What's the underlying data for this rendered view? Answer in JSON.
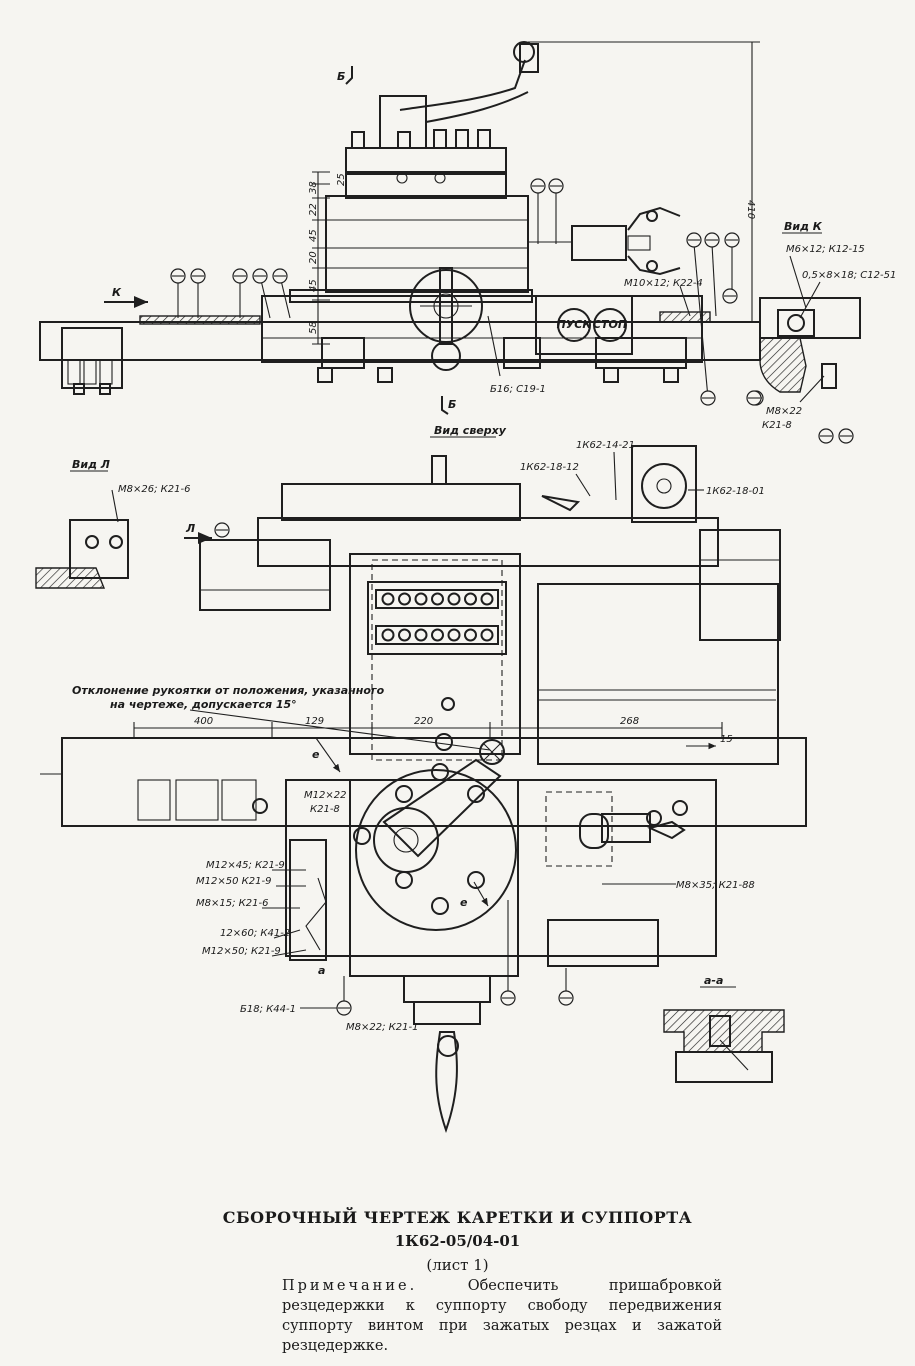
{
  "views": {
    "view_b_top": "Б",
    "view_b_bottom": "Б",
    "top_view": "Вид сверху",
    "view_l": "Вид Л",
    "view_k": "Вид К",
    "section_aa": "а-а"
  },
  "arrows": {
    "k": "К",
    "l": "Л",
    "e1": "е",
    "e2": "е",
    "a": "а"
  },
  "buttons": {
    "start": "ПУСК",
    "stop": "СТОП"
  },
  "dimensions": {
    "d25": "25",
    "d38": "38",
    "d22": "22",
    "d45a": "45",
    "d20": "20",
    "d45b": "45",
    "d58": "58",
    "d410": "410",
    "d400": "400",
    "d129": "129",
    "d220": "220",
    "d268": "268",
    "d15": "15"
  },
  "callouts": {
    "m10x12": "М10×12; К22-4",
    "b16": "Б16; С19-1",
    "m6x12": "М6×12; К12-15",
    "ball": "0,5×8×18; С12-51",
    "m8x22a": "М8×22",
    "k21_8a": "К21-8",
    "m8x26": "М8×26; К21-6",
    "k62_14_21": "1К62-14-21",
    "k62_18_12": "1К62-18-12",
    "k62_18_01": "1К62-18-01",
    "deviation_1": "Отклонение рукоятки от положения, указанного",
    "deviation_2": "на чертеже, допускается 15°",
    "m12x22": "М12×22",
    "k21_8b": "К21-8",
    "m12x45": "М12×45; К21-9",
    "m12x50a": "М12×50 К21-9",
    "m8x15": "М8×15; К21-6",
    "pin": "12×60; К41-2",
    "m12x50b": "М12×50; К21-9",
    "m8x35": "М8×35; К21-88",
    "b18": "Б18; К44-1",
    "m8x22b": "М8×22; К21-1"
  },
  "caption": {
    "title": "СБОРОЧНЫЙ ЧЕРТЕЖ КАРЕТКИ И СУППОРТА",
    "code": "1К62-05/04-01",
    "sheet": "(лист 1)",
    "note_label": "Примечание.",
    "note_text": "Обеспечить пришабровкой резцедержки к суппорту свободу передвижения суппорту винтом при зажатых резцах и зажатой резцедержке."
  }
}
